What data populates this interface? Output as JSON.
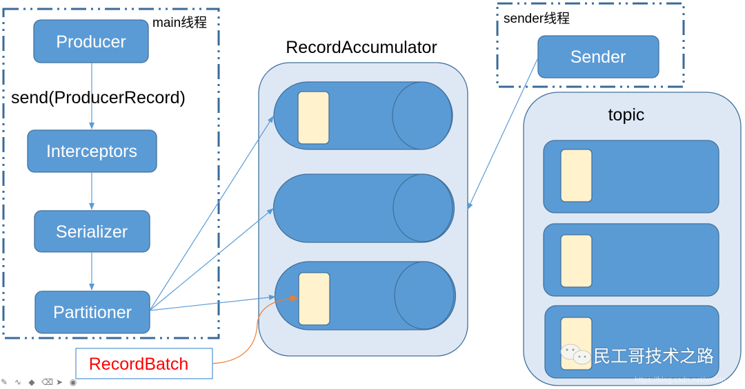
{
  "main_thread": {
    "label": "main线程",
    "steps": [
      "Producer",
      "Interceptors",
      "Serializer",
      "Partitioner"
    ],
    "send_call": "send(ProducerRecord)"
  },
  "accumulator": {
    "title": "RecordAccumulator",
    "queues": [
      {
        "has_batch": true
      },
      {
        "has_batch": false
      },
      {
        "has_batch": true
      }
    ]
  },
  "sender_thread": {
    "label": "sender线程",
    "sender": "Sender"
  },
  "topic": {
    "title": "topic",
    "partitions": [
      {
        "has_record": true
      },
      {
        "has_record": true
      },
      {
        "has_record": true
      }
    ]
  },
  "record_batch_label": "RecordBatch",
  "watermark": {
    "text": "民工哥技术之路",
    "url": "https://blog.csdn.net/weixin_48..."
  },
  "toolbar_icons": [
    "pen-icon",
    "curve-icon",
    "fill-icon",
    "eraser-icon",
    "pointer-icon",
    "record-icon"
  ],
  "colors": {
    "process_fill": "#5b9bd5",
    "container_fill": "#dee8f5",
    "record_fill": "#fff2cc",
    "frame_stroke": "#3a6a99",
    "highlight_red": "#ff0000",
    "annotation_orange": "#ed7d31"
  }
}
